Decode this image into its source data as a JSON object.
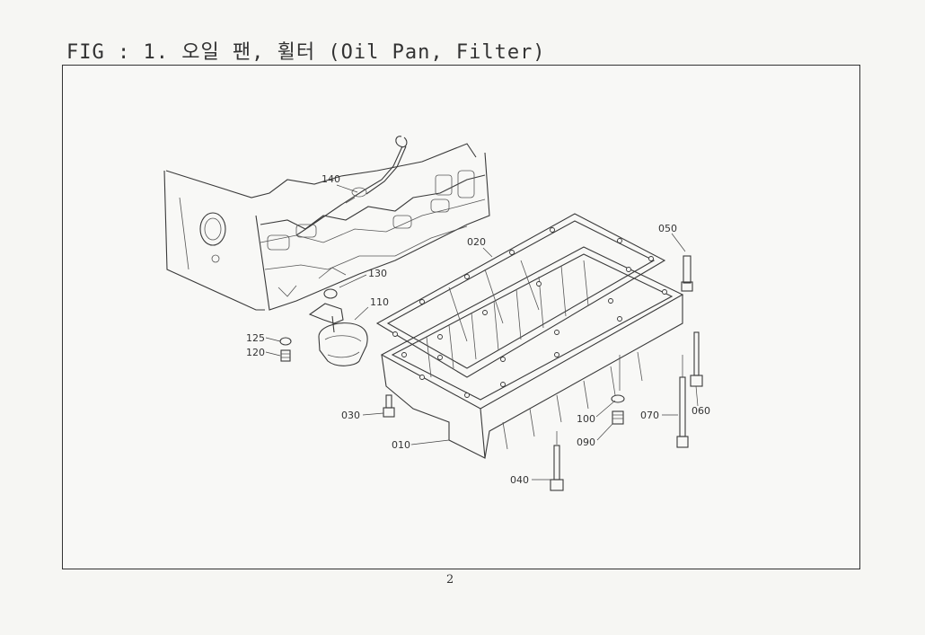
{
  "figure": {
    "title": "FIG : 1. 오일 팬, 휠터 (Oil Pan, Filter)"
  },
  "callouts": {
    "p140": "140",
    "p020": "020",
    "p050": "050",
    "p130": "130",
    "p110": "110",
    "p125": "125",
    "p120": "120",
    "p030": "030",
    "p010": "010",
    "p100": "100",
    "p090": "090",
    "p070": "070",
    "p060": "060",
    "p040": "040"
  },
  "page": {
    "number": "2"
  }
}
